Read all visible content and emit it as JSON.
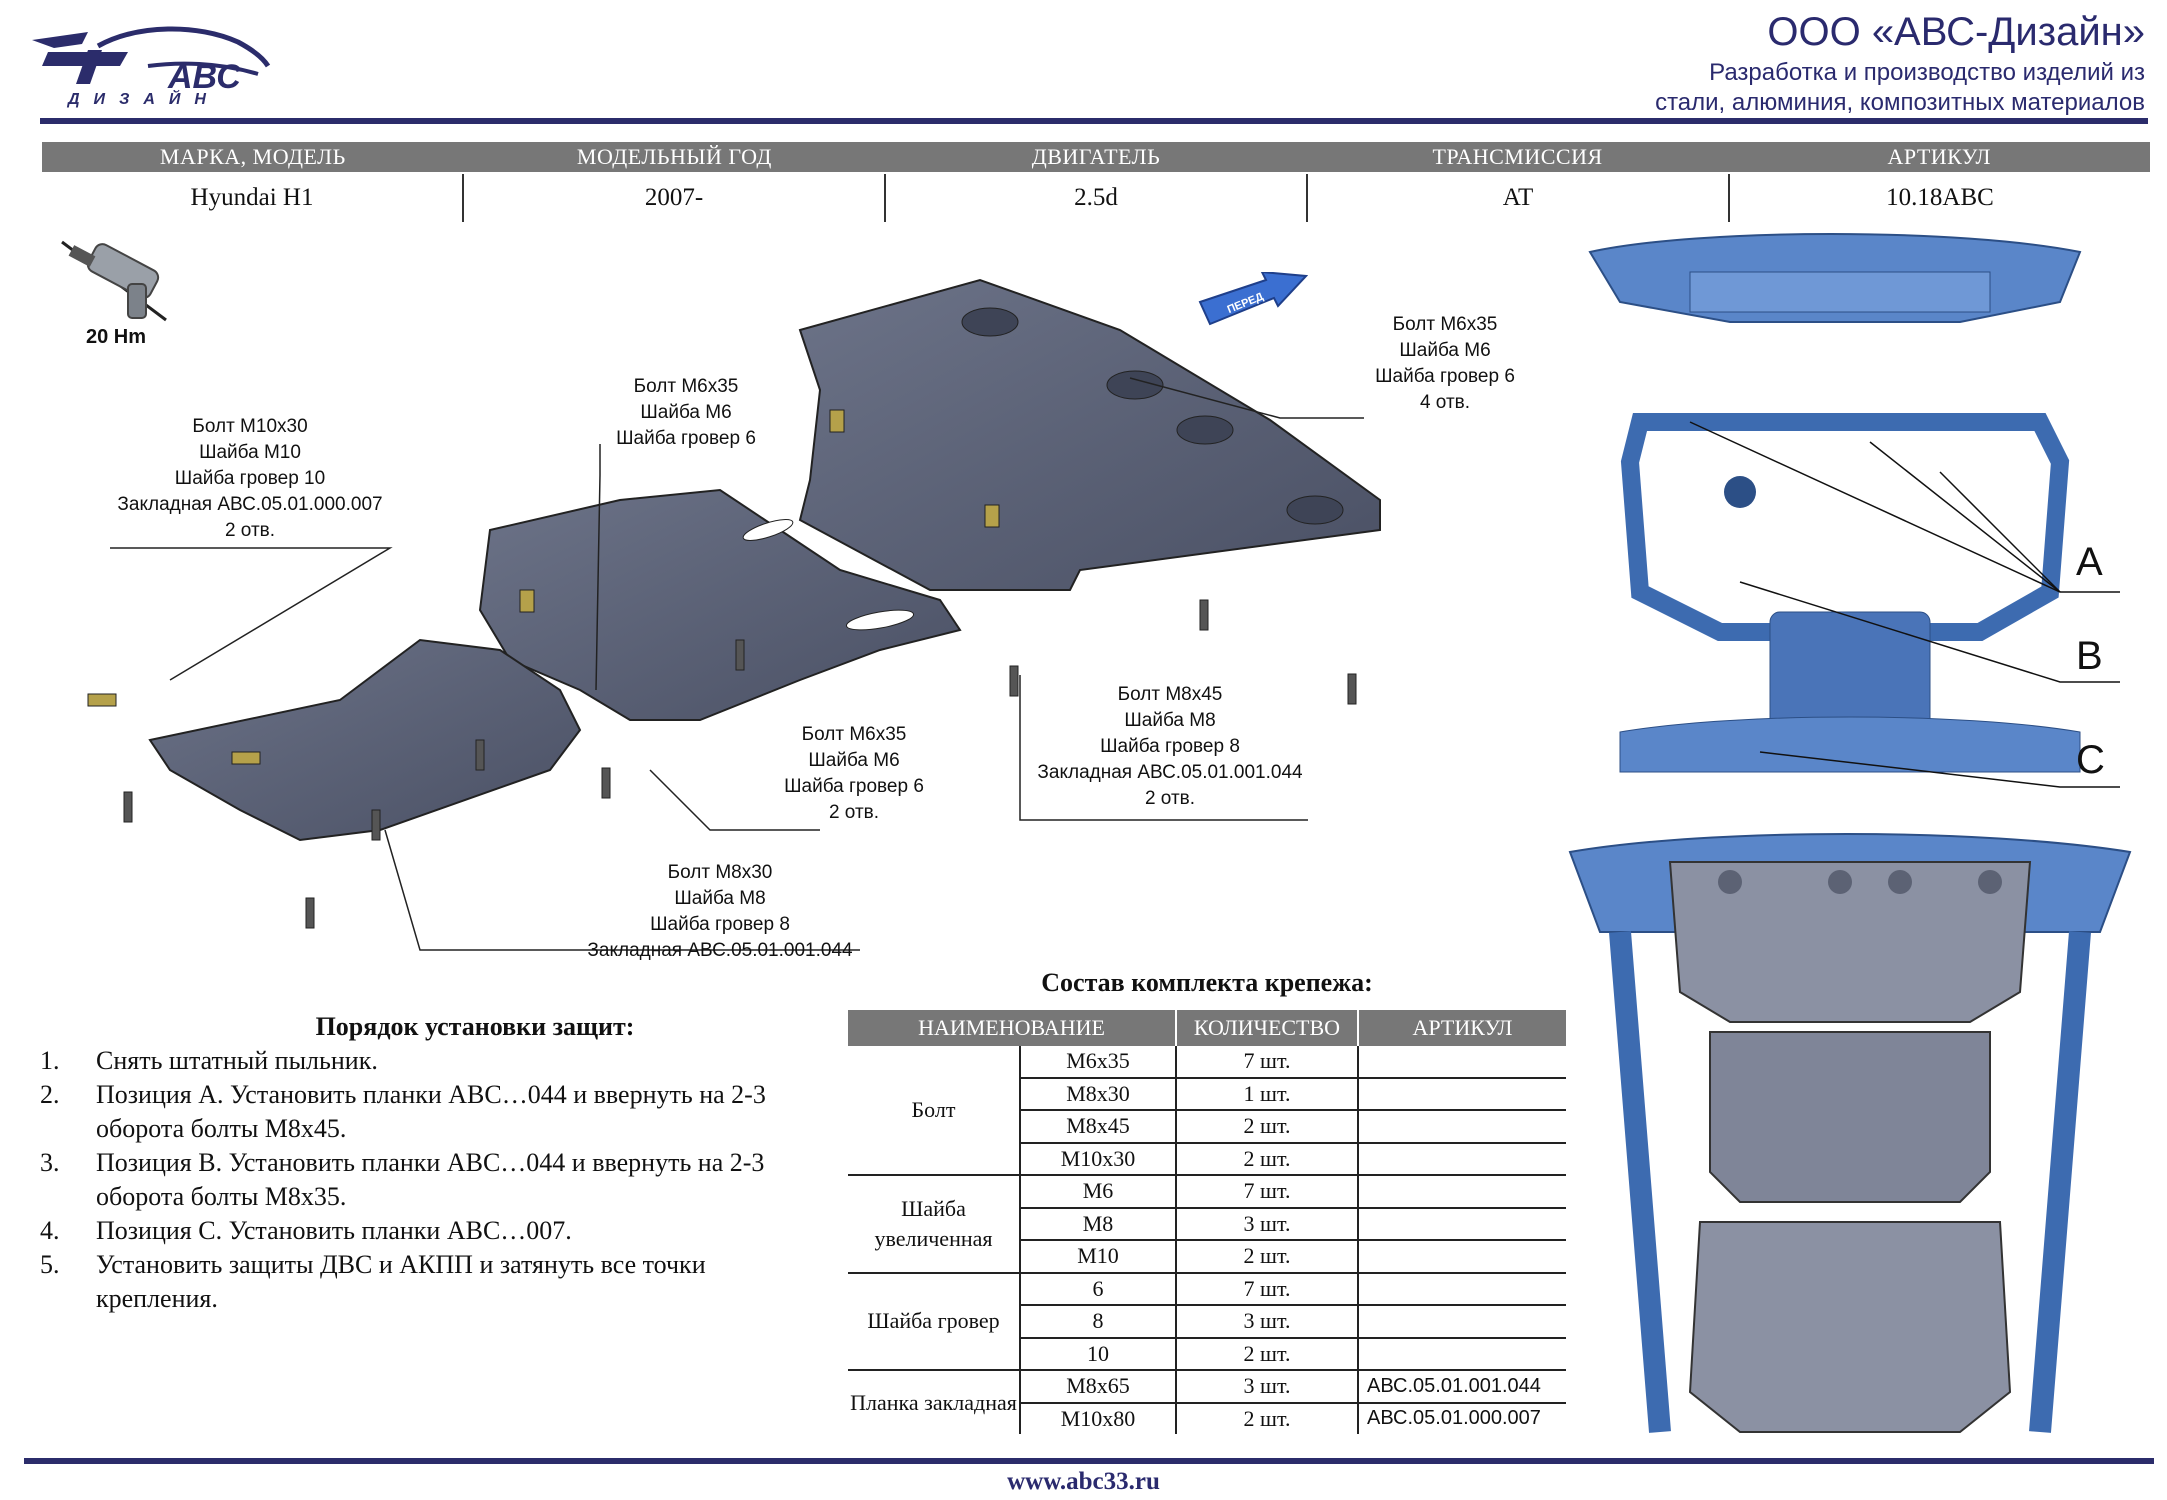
{
  "logo": {
    "brand_text": "АВС",
    "sub_text": "ДИЗАЙН",
    "brand_color": "#2b2c6b"
  },
  "company": {
    "name": "ООО «АВС-Дизайн»",
    "line1": "Разработка и производство изделий из",
    "line2": "стали, алюминия, композитных материалов"
  },
  "specs": {
    "headers": [
      "МАРКА, МОДЕЛЬ",
      "МОДЕЛЬНЫЙ ГОД",
      "ДВИГАТЕЛЬ",
      "ТРАНСМИССИЯ",
      "АРТИКУЛ"
    ],
    "values": [
      "Hyundai H1",
      "2007-",
      "2.5d",
      "AT",
      "10.18АВС"
    ]
  },
  "torque": "20 Hm",
  "front_arrow": "ПЕРЕД",
  "callouts": {
    "c1": [
      "Болт М10х30",
      "Шайба М10",
      "Шайба гровер 10",
      "Закладная АВС.05.01.000.007",
      "2 отв."
    ],
    "c2": [
      "Болт М6х35",
      "Шайба М6",
      "Шайба гровер 6"
    ],
    "c3": [
      "Болт М6х35",
      "Шайба М6",
      "Шайба гровер 6",
      "4 отв."
    ],
    "c4": [
      "Болт М8х45",
      "Шайба М8",
      "Шайба гровер 8",
      "Закладная  АВС.05.01.001.044",
      "2 отв."
    ],
    "c5": [
      "Болт М6х35",
      "Шайба М6",
      "Шайба гровер 6",
      "2 отв."
    ],
    "c6": [
      "Болт М8х30",
      "Шайба М8",
      "Шайба гровер 8",
      "Закладная  АВС.05.01.001.044"
    ]
  },
  "positions": [
    "A",
    "B",
    "C"
  ],
  "instructions": {
    "title": "Порядок установки защит:",
    "steps": [
      {
        "num": "1.",
        "text": "Снять штатный пыльник."
      },
      {
        "num": "2.",
        "text": "Позиция А. Установить планки АВС…044 и ввернуть на 2-3 оборота болты М8х45."
      },
      {
        "num": "3.",
        "text": "Позиция В. Установить планки АВС…044 и ввернуть на 2-3 оборота болты М8х35."
      },
      {
        "num": "4.",
        "text": "Позиция С. Установить планки АВС…007."
      },
      {
        "num": "5.",
        "text": "Установить защиты ДВС и АКПП и затянуть все точки крепления."
      }
    ]
  },
  "kit": {
    "title": "Состав комплекта крепежа:",
    "headers": [
      "НАИМЕНОВАНИЕ",
      "КОЛИЧЕСТВО",
      "АРТИКУЛ"
    ],
    "groups": [
      {
        "name": "Болт",
        "rows": [
          [
            "М6х35",
            "7 шт.",
            ""
          ],
          [
            "М8х30",
            "1 шт.",
            ""
          ],
          [
            "М8х45",
            "2 шт.",
            ""
          ],
          [
            "М10х30",
            "2 шт.",
            ""
          ]
        ]
      },
      {
        "name": "Шайба увеличенная",
        "rows": [
          [
            "М6",
            "7 шт.",
            ""
          ],
          [
            "М8",
            "3 шт.",
            ""
          ],
          [
            "М10",
            "2 шт.",
            ""
          ]
        ]
      },
      {
        "name": "Шайба гровер",
        "rows": [
          [
            "6",
            "7 шт.",
            ""
          ],
          [
            "8",
            "3 шт.",
            ""
          ],
          [
            "10",
            "2 шт.",
            ""
          ]
        ]
      },
      {
        "name": "Планка закладная",
        "rows": [
          [
            "М8х65",
            "3 шт.",
            "АВС.05.01.001.044"
          ],
          [
            "М10х80",
            "2 шт.",
            "АВС.05.01.000.007"
          ]
        ]
      }
    ]
  },
  "website": "www.abc33.ru"
}
